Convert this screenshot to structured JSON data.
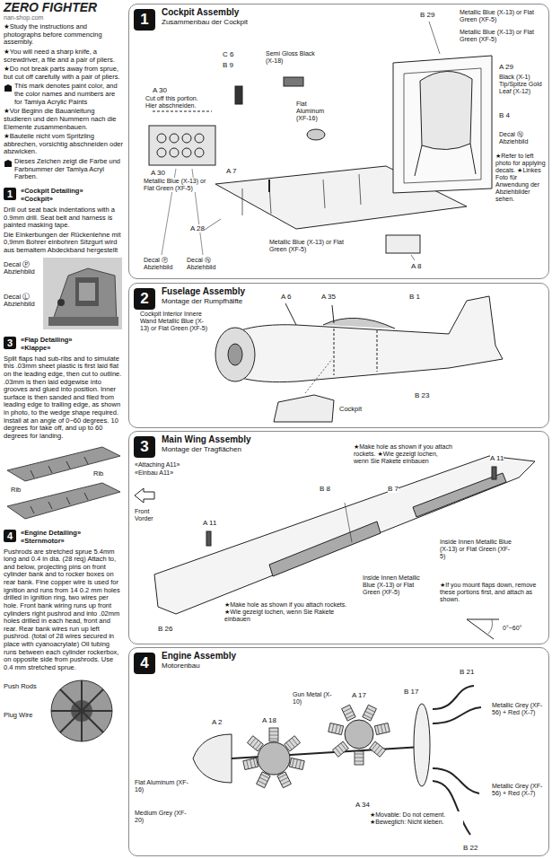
{
  "diagram": {
    "title": "ZERO FIGHTER",
    "nodes": [
      {
        "text": [
          "1",
          "«Cockpit Detailing»",
          "«Cockpit»"
        ]
      },
      {
        "text": [
          "3",
          "«Flap Detailing»",
          "«Klappe»"
        ]
      },
      {
        "text": [
          "4",
          "«Engine Detailing»",
          "«Sternmotor»"
        ]
      },
      {
        "text": [
          "Cockpit Assembly",
          "Zusammenbau der Cockpit"
        ]
      },
      {
        "text": [
          "1"
        ],
        "in": 3
      },
      {
        "text": [
          "Fuselage Assembly",
          "Montage der Rumpfhälfte"
        ]
      },
      {
        "text": [
          "2"
        ],
        "in": 5
      },
      {
        "text": [
          "Main Wing Assembly",
          "Montage der Tragflächen"
        ]
      },
      {
        "text": [
          "3"
        ],
        "in": 7
      },
      {
        "text": [
          "Engine Assembly",
          "Motorenbau"
        ]
      },
      {
        "text": [
          "4"
        ],
        "in": 9
      }
    ],
    "labels": [
      "nan-shop.com",
      "★Study the instructions and photographs before commencing assembly.",
      "★You will need a sharp knife, a screwdriver, a file and a pair of pliers.",
      "★Do not break parts away from sprue, but cut off carefully with a pair of pliers.",
      "This mark denotes paint color, and the color names and numbers are for Tamiya Acrylic Paints",
      "★Vor Beginn die Bauanleitung studieren und den Nummern nach die Elemente zusammenbauen.",
      "★Bauteile nicht vom Spritzling abbrechen, vorsichtig abschneiden oder abzwicken.",
      "Dieses Zeichen zeigt die Farbe und Farbnummer der Tamiya Acryl Farben.",
      "Drill out seat back indentations with a 0.9mm drill. Seat belt and harness is painted masking tape.",
      "Die Einkerbungen der Rückenlehne mit 0,9mm Bohrer einbohren Sitzgurt wird aus bemaltem Abdeckband hergestellt",
      "Decal Ⓟ Abziehbild",
      "Decal Ⓛ Abziehbild",
      "Split flaps had sub-ribs and to simulate this .03mm sheet plastic is first laid flat on the leading edge, then cut to outline. .03mm is then laid edgewise into grooves and glued into position. Inner surface is then sanded and filed from leading edge to trailing edge, as shown in photo, to the wedge shape required. Install at an angle of 0~60 degrees. 10 degrees for take off, and up to 60 degrees for landing.",
      "Rib",
      "Rib",
      "Pushrods are stretched sprue 5.4mm long and 0.4 in dia. (28 req) Attach to, and below, projecting pins on front cylinder bank and to rocker boxes on rear bank. Fine copper wire is used for ignition and runs from 14 0.2 mm holes drilled in ignition ring, two wires per hole. Front bank wiring runs up front cylinders right pushrod and into .02mm holes drilled in each head, front and rear. Rear bank wires run up left pushrod. (total of 28 wires secured in place with cyanoacrylate) Oil tubing runs between each cylinder rockerbox, on opposite side from pushrods. Use 0.4 mm stretched sprue.",
      "Push Rods",
      "Plug Wire",
      "C 6",
      "B 9",
      "Semi Gloss Black (X-18)",
      "B 29",
      "Metallic Blue (X-13) or Flat Green (XF-5)",
      "Metallic Blue (X-13) or Flat Green (XF-5)",
      "A 30",
      "Cut off this portion. Hier abschneiden.",
      "A 30",
      "Metallic Blue (X-13) or Flat Green (XF-5)",
      "Flat Aluminum (XF-16)",
      "A 7",
      "A 29",
      "Black (X-1) Tip/Spitze Gold Leaf (X-12)",
      "B 4",
      "Decal Ⓝ Abziehbild",
      "★Refer to left photo for applying decals. ★Linkes Foto für Anwendung der Abziehbilder sehen.",
      "Decal Ⓟ Abziehbild",
      "Decal Ⓝ Abziehbild",
      "A 28",
      "Metallic Blue (X-13) or Flat Green (XF-5)",
      "A 8",
      "A 6",
      "A 35",
      "B 1",
      "Cockpit Interior Innere Wand Metallic Blue (X-13) or Flat Green (XF-5)",
      "B 23",
      "Cockpit",
      "«Attaching A11»",
      "«Einbau A11»",
      "Front Vorder",
      "A 11",
      "B 8",
      "B 7",
      "A 11",
      "★Make hole as shown if you attach rockets. ★Wie gezeigt lochen, wenn Sie Rakete einbauen",
      "Inside Innen Metallic Blue (X-13) or Flat Green (XF-5)",
      "Inside Innen Metallic Blue (X-13) or Flat Green (XF-5)",
      "★If you mount flaps down, remove these portions first, and attach as shown.",
      "0°~60°",
      "★Make hole as shown if you attach rockets. ★Wie gezeigt lochen, wenn Sie Rakete einbauen",
      "B 26",
      "A 2",
      "A 18",
      "Gun Metal (X-10)",
      "A 17",
      "B 17",
      "B 21",
      "Metallic Grey (XF-56) + Red (X-7)",
      "Flat Aluminum (XF-16)",
      "Medium Grey (XF-20)",
      "A 34",
      "★Movable: Do not cement. ★Beweglich: Nicht kleben.",
      "Metallic Grey (XF-56) + Red (X-7)",
      "B 22"
    ]
  }
}
